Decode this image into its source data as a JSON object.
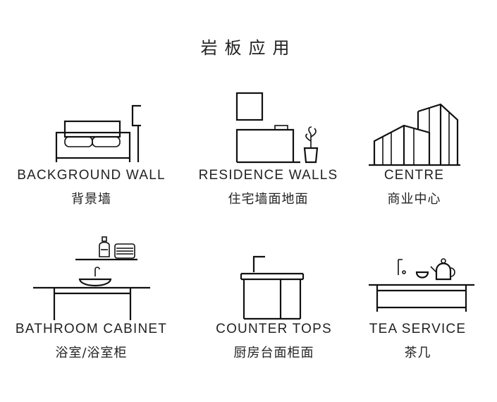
{
  "title": "岩板应用",
  "items": [
    {
      "en": "BACKGROUND WALL",
      "cn": "背景墙",
      "icon": "sofa-lamp-icon"
    },
    {
      "en": "RESIDENCE WALLS",
      "cn": "住宅墙面地面",
      "icon": "desk-plant-icon"
    },
    {
      "en": "CENTRE",
      "cn": "商业中心",
      "icon": "building-icon"
    },
    {
      "en": "BATHROOM CABINET",
      "cn": "浴室/浴室柜",
      "icon": "bathroom-sink-icon"
    },
    {
      "en": "COUNTER TOPS",
      "cn": "厨房台面柜面",
      "icon": "kitchen-counter-icon"
    },
    {
      "en": "TEA SERVICE",
      "cn": "茶几",
      "icon": "tea-table-icon"
    }
  ]
}
